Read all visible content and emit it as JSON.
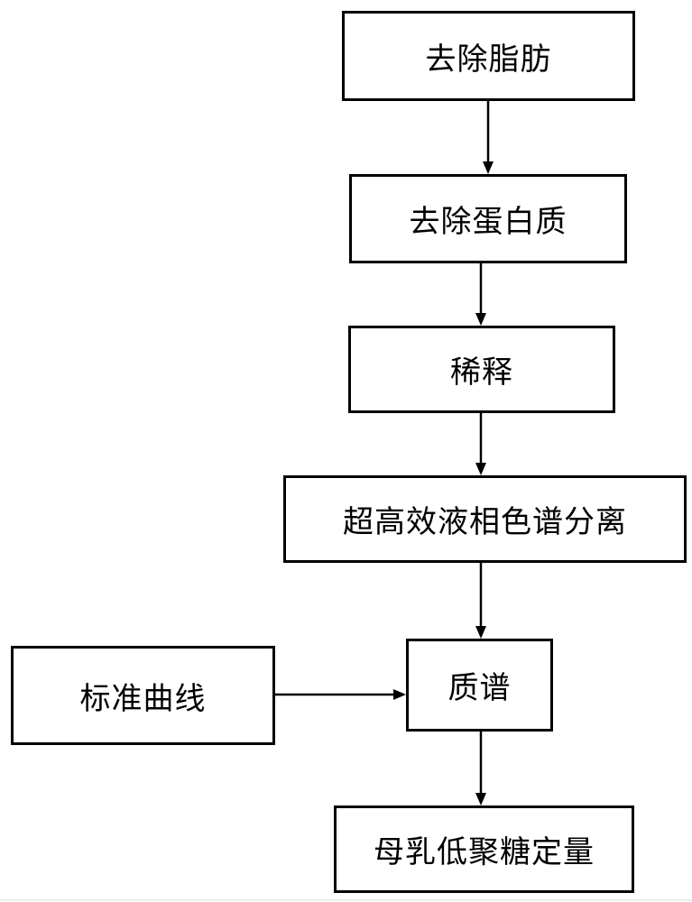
{
  "flowchart": {
    "nodes": [
      {
        "id": "remove-fat",
        "label": "去除脂肪"
      },
      {
        "id": "remove-protein",
        "label": "去除蛋白质"
      },
      {
        "id": "dilution",
        "label": "稀释"
      },
      {
        "id": "uhplc-separation",
        "label": "超高效液相色谱分离"
      },
      {
        "id": "mass-spectrometry",
        "label": "质谱"
      },
      {
        "id": "standard-curve",
        "label": "标准曲线"
      },
      {
        "id": "hmo-quantification",
        "label": "母乳低聚糖定量"
      }
    ],
    "edges": [
      {
        "from": "remove-fat",
        "to": "remove-protein"
      },
      {
        "from": "remove-protein",
        "to": "dilution"
      },
      {
        "from": "dilution",
        "to": "uhplc-separation"
      },
      {
        "from": "uhplc-separation",
        "to": "mass-spectrometry"
      },
      {
        "from": "standard-curve",
        "to": "mass-spectrometry"
      },
      {
        "from": "mass-spectrometry",
        "to": "hmo-quantification"
      }
    ]
  },
  "colors": {
    "stroke": "#000000",
    "background": "#ffffff"
  }
}
